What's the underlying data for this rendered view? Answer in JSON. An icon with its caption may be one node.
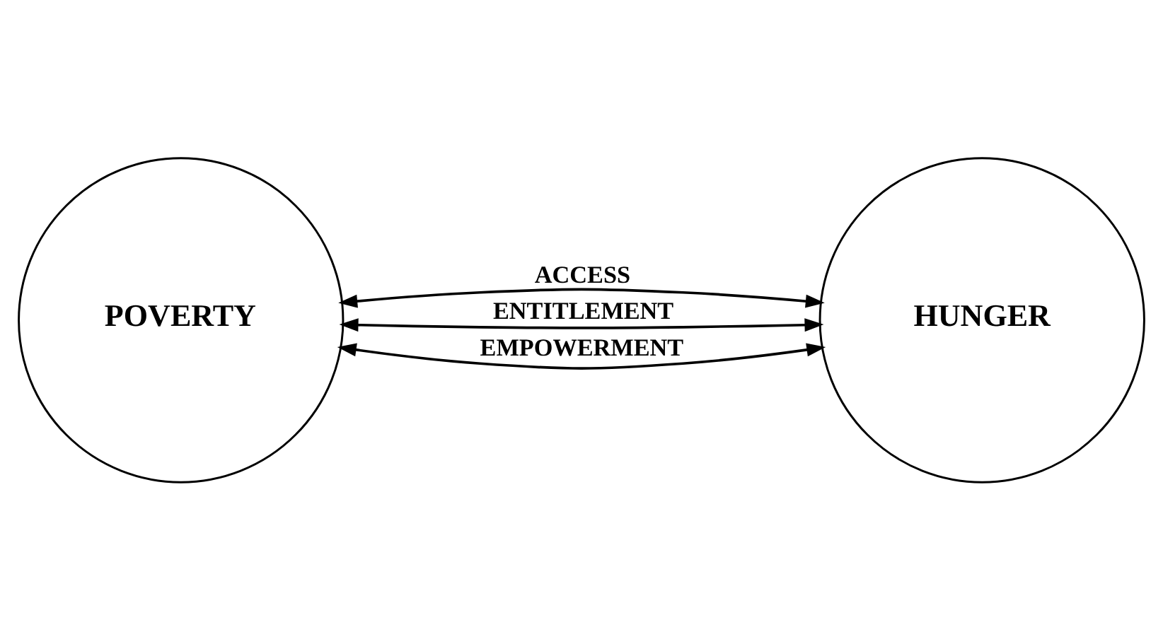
{
  "diagram": {
    "nodes": [
      {
        "text": [
          "POVERTY"
        ]
      },
      {
        "text": [
          "HUNGER"
        ]
      }
    ],
    "edges": [
      {
        "from": 0,
        "to": 1,
        "arrow": "both",
        "label": "ACCESS"
      },
      {
        "from": 0,
        "to": 1,
        "arrow": "both",
        "label": "ENTITLEMENT"
      },
      {
        "from": 0,
        "to": 1,
        "arrow": "both",
        "label": "EMPOWERMENT"
      }
    ]
  }
}
